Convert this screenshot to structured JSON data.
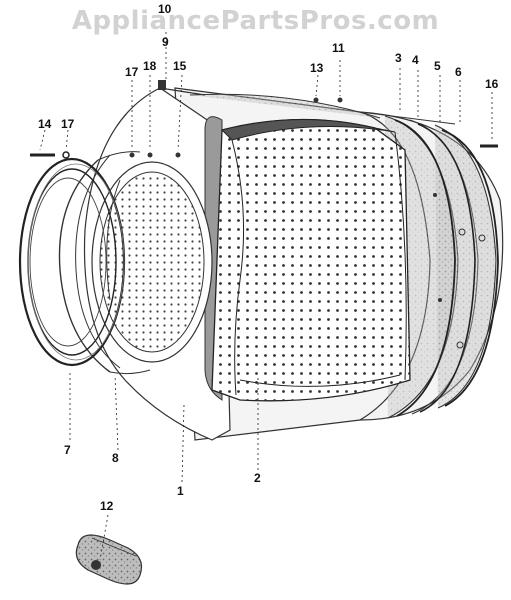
{
  "watermark": "AppliancePartsPros.com",
  "callouts": {
    "c1": "1",
    "c2": "2",
    "c3": "3",
    "c4": "4",
    "c5": "5",
    "c6": "6",
    "c7": "7",
    "c8": "8",
    "c9": "9",
    "c10": "10",
    "c11": "11",
    "c12": "12",
    "c13": "13",
    "c14": "14",
    "c15": "15",
    "c16": "16",
    "c17a": "17",
    "c17b": "17",
    "c18": "18"
  }
}
